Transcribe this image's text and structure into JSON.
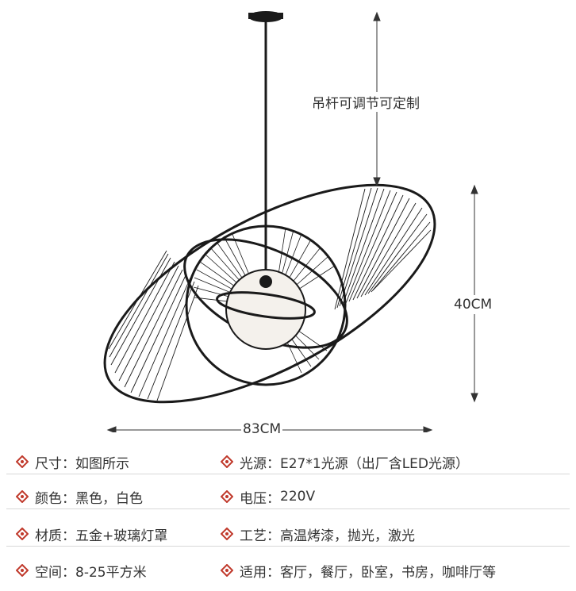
{
  "dimensions": {
    "rod_note": "吊杆可调节可定制",
    "height": "40CM",
    "width": "83CM"
  },
  "specs": [
    {
      "label": "尺寸",
      "value": "如图所示"
    },
    {
      "label": "光源",
      "value": "E27*1光源（出厂含LED光源）"
    },
    {
      "label": "颜色",
      "value": "黑色，白色"
    },
    {
      "label": "电压",
      "value": "220V"
    },
    {
      "label": "材质",
      "value": "五金+玻璃灯罩"
    },
    {
      "label": "工艺",
      "value": "高温烤漆，抛光，激光"
    },
    {
      "label": "空间",
      "value": "8-25平方米"
    },
    {
      "label": "适用",
      "value": "客厅，餐厅，卧室，书房，咖啡厅等"
    }
  ],
  "spec_separator": "：",
  "colors": {
    "accent": "#c0392b",
    "line": "#1a1a1a",
    "text": "#333333"
  },
  "icon": "diamond-bullet-icon"
}
